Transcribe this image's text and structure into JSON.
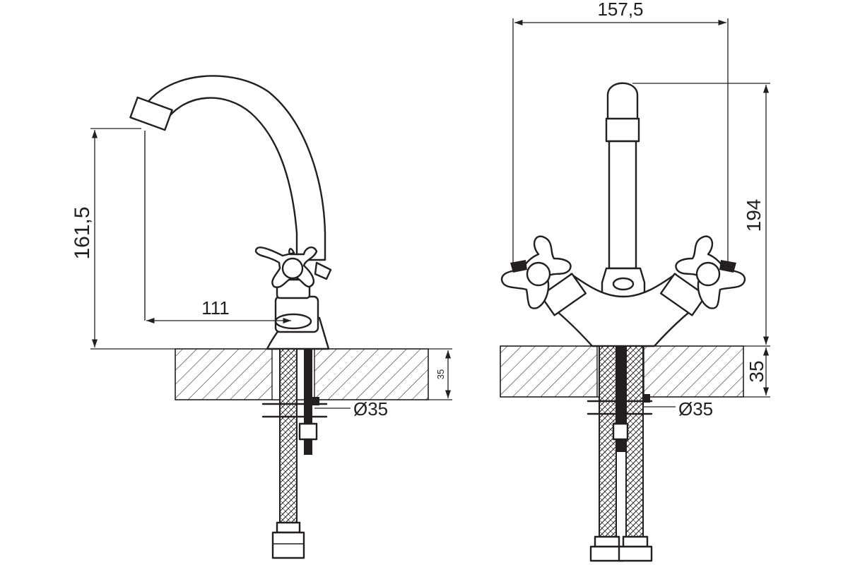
{
  "dimensions": {
    "side_height": "161,5",
    "side_reach": "111",
    "side_counter_thickness": "35",
    "side_hole_diameter": "Ø35",
    "front_width": "157,5",
    "front_height": "194",
    "front_counter_thickness": "35",
    "front_hole_diameter": "Ø35"
  },
  "colors": {
    "line": "#231f20",
    "background": "#ffffff"
  }
}
